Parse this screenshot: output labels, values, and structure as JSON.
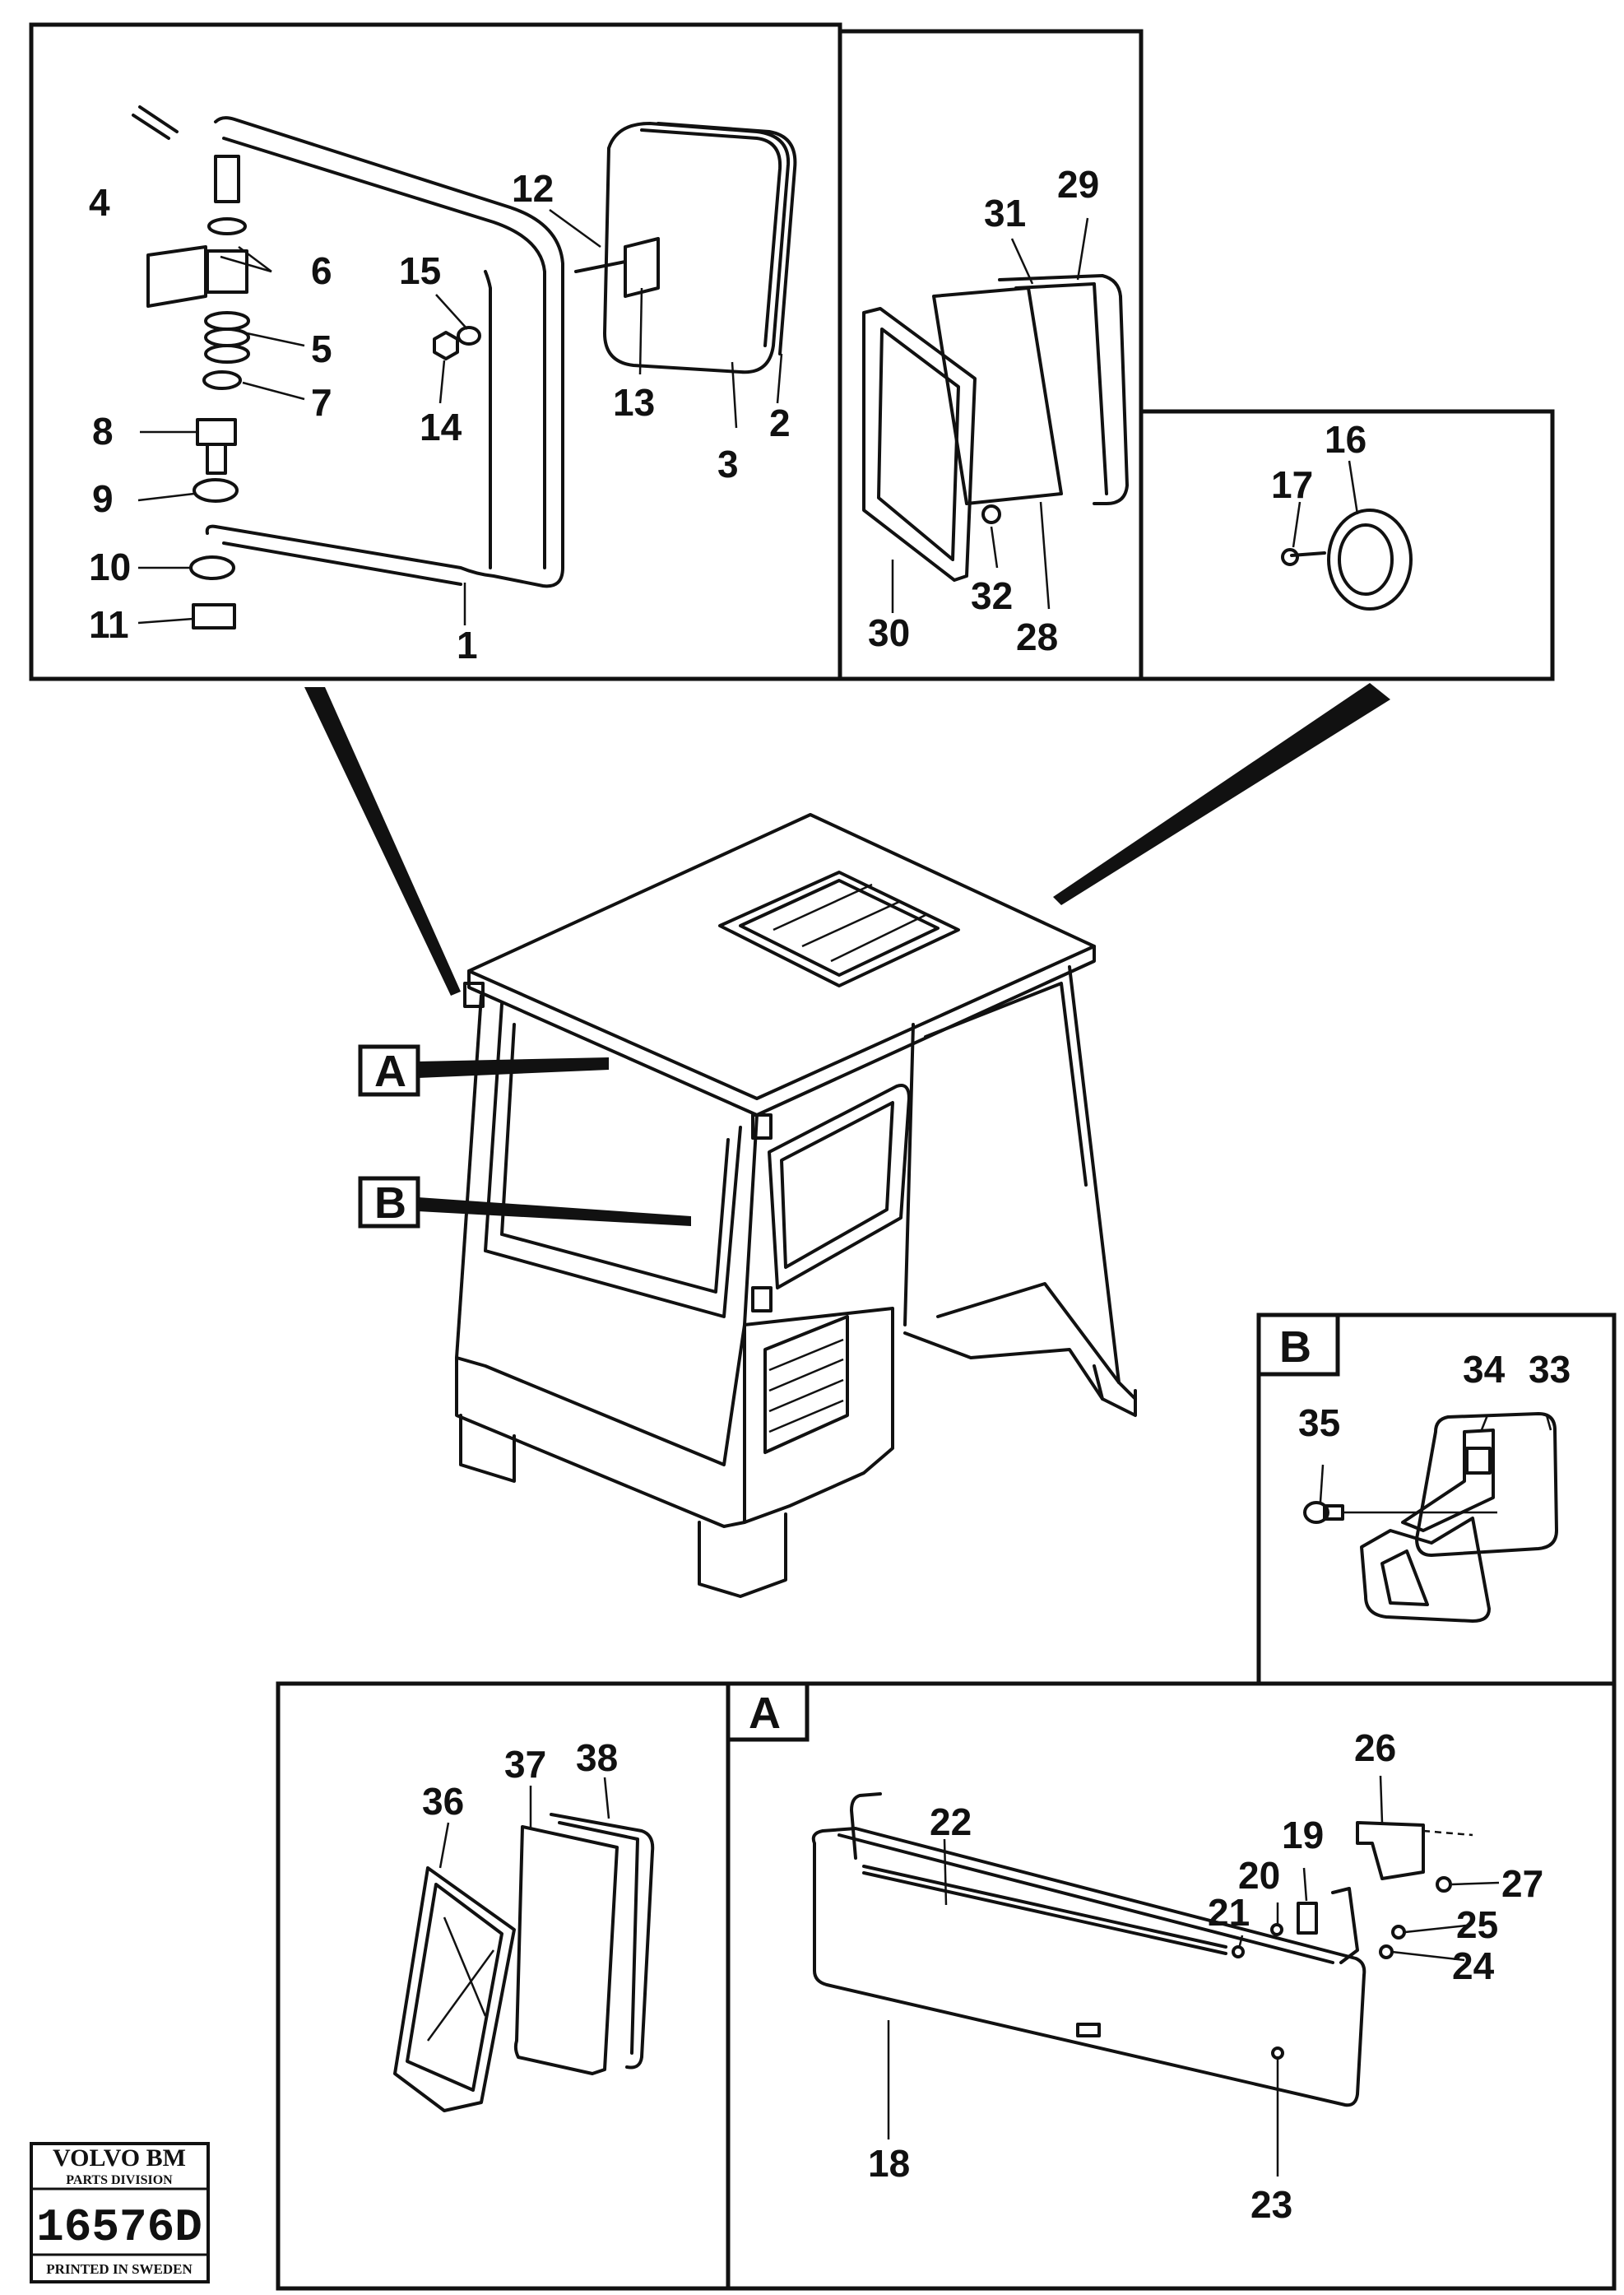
{
  "callouts": {
    "mirror": {
      "p1": "1",
      "p2": "2",
      "p3": "3",
      "p4": "4",
      "p5": "5",
      "p6": "6",
      "p7": "7",
      "p8": "8",
      "p9": "9",
      "p10": "10",
      "p11": "11",
      "p12": "12",
      "p13": "13",
      "p14": "14",
      "p15": "15"
    },
    "lamp": {
      "p28": "28",
      "p29": "29",
      "p30": "30",
      "p31": "31",
      "p32": "32"
    },
    "reflector": {
      "p16": "16",
      "p17": "17"
    },
    "detail_b": {
      "p33": "33",
      "p34": "34",
      "p35": "35"
    },
    "glass": {
      "p36": "36",
      "p37": "37",
      "p38": "38"
    },
    "detail_a": {
      "p18": "18",
      "p19": "19",
      "p20": "20",
      "p21": "21",
      "p22": "22",
      "p23": "23",
      "p24": "24",
      "p25": "25",
      "p26": "26",
      "p27": "27"
    }
  },
  "detail_letters": {
    "cab_a": "A",
    "cab_b": "B",
    "box_b": "B",
    "box_a": "A"
  },
  "stamp": {
    "brand": "VOLVO BM",
    "division": "PARTS DIVISION",
    "number": "16576D",
    "printed": "PRINTED IN SWEDEN"
  }
}
